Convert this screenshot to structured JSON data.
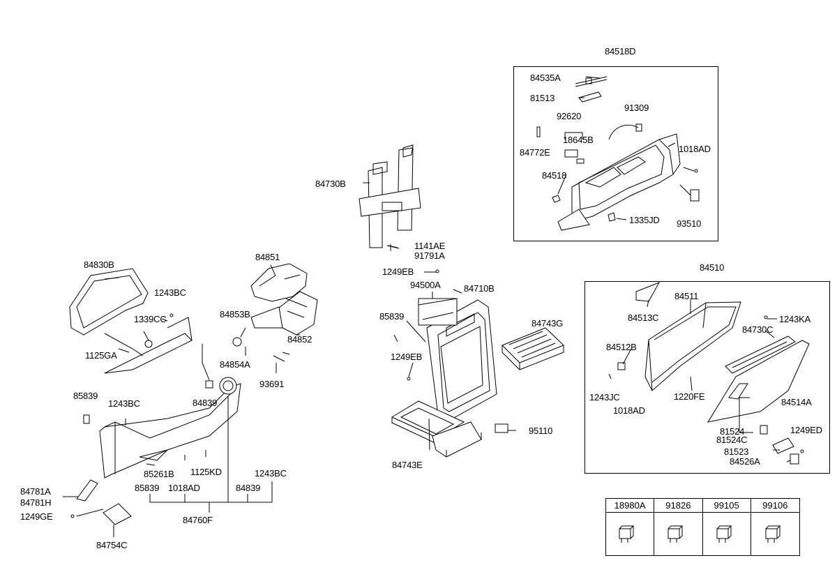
{
  "groups": {
    "glove_box_lock_assy": "84518D",
    "glove_box_assy": "84510",
    "lower_panel_assy": "84760F"
  },
  "labels": {
    "p84535A": "84535A",
    "p81513": "81513",
    "p92620": "92620",
    "p91309": "91309",
    "p18645B": "18645B",
    "p84772E": "84772E",
    "p1018AD_top": "1018AD",
    "p84518": "84518",
    "p1335JD": "1335JD",
    "p93510": "93510",
    "p84730B": "84730B",
    "p1141AE": "1141AE",
    "p91791A": "91791A",
    "p1249EB_top": "1249EB",
    "p94500A": "94500A",
    "p84710B": "84710B",
    "p85839_mid": "85839",
    "p84743G": "84743G",
    "p1249EB_mid": "1249EB",
    "p95110": "95110",
    "p84743E": "84743E",
    "p84851": "84851",
    "p84853B": "84853B",
    "p84852": "84852",
    "p84854A": "84854A",
    "p93691": "93691",
    "p84830B": "84830B",
    "p1243BC_top": "1243BC",
    "p1339CC": "1339CC",
    "p1125GA": "1125GA",
    "p84839_a": "84839",
    "p85839_left": "85839",
    "p1243BC_mid": "1243BC",
    "p1125KD": "1125KD",
    "p85261B": "85261B",
    "p1243BC_bot": "1243BC",
    "p85839_bot": "85839",
    "p1018AD_bot": "1018AD",
    "p84839_b": "84839",
    "p84781A": "84781A",
    "p84781H": "84781H",
    "p1249GE": "1249GE",
    "p84754C": "84754C",
    "p84513C": "84513C",
    "p84511": "84511",
    "p1243KA": "1243KA",
    "p84730C": "84730C",
    "p84512B": "84512B",
    "p1243JC": "1243JC",
    "p1220FE": "1220FE",
    "p1018AD_right": "1018AD",
    "p84514A": "84514A",
    "p81524": "81524",
    "p1249ED": "1249ED",
    "p81524C": "81524C",
    "p81523": "81523",
    "p84526A": "84526A"
  },
  "fastener_table": {
    "headers": [
      "18980A",
      "91826",
      "99105",
      "99106"
    ]
  },
  "colors": {
    "ink": "#000000",
    "paper": "#ffffff",
    "part_fill": "#ffffff"
  }
}
